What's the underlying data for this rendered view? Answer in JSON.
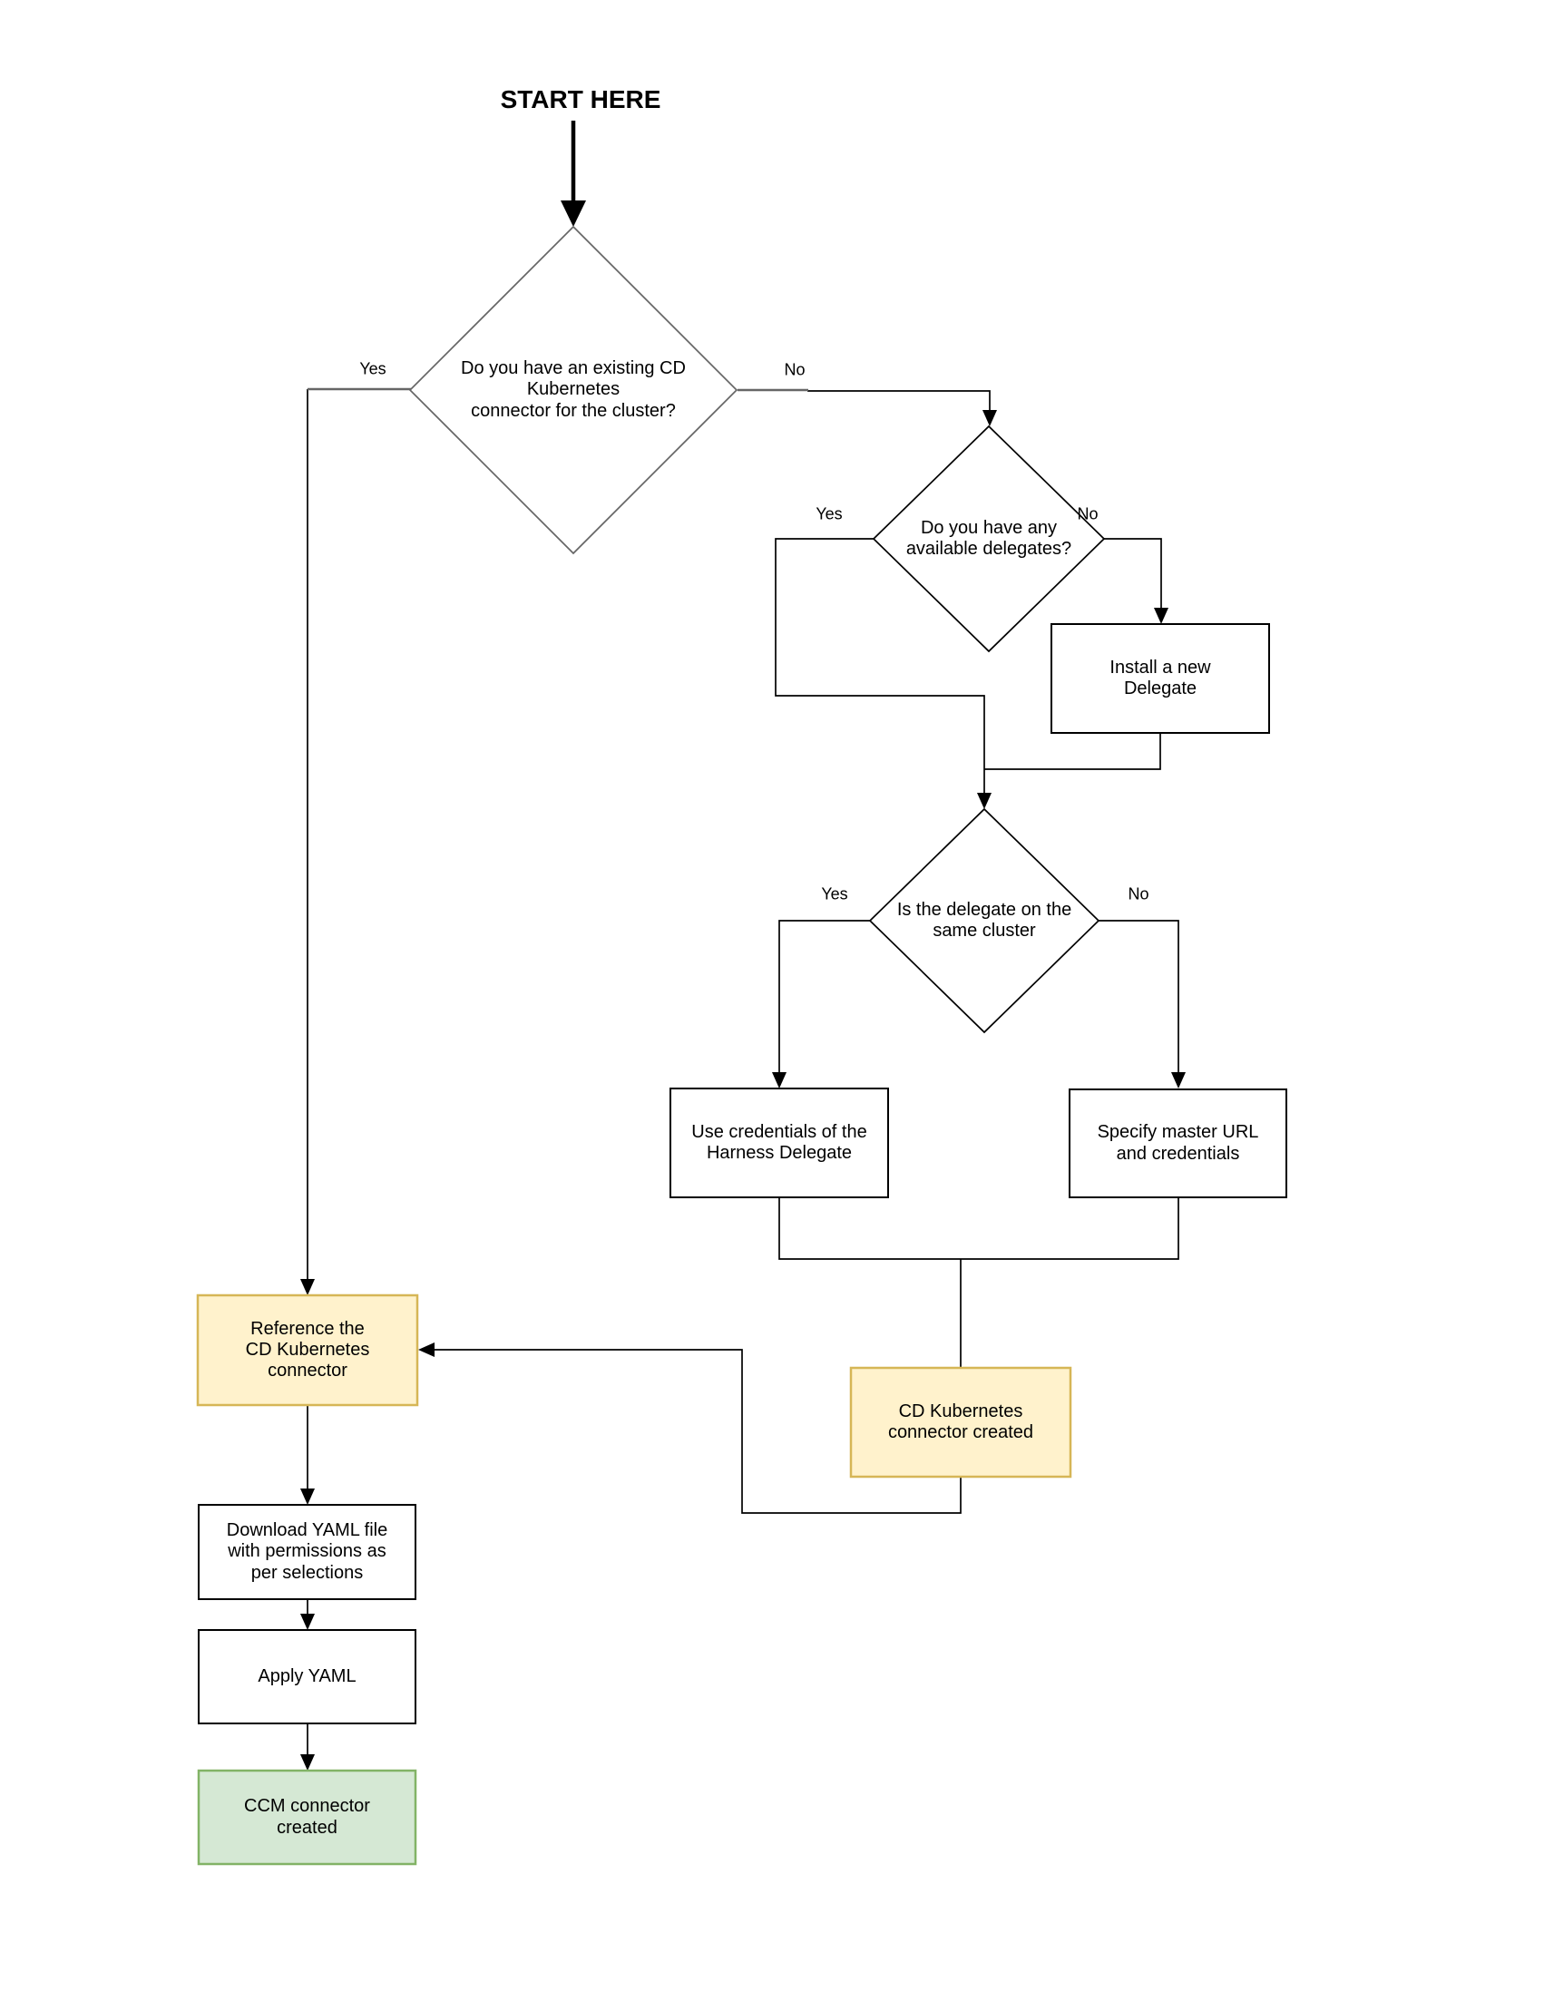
{
  "title": "START HERE",
  "colors": {
    "line": "#000000",
    "decision1_stroke": "#666666",
    "yellow_fill": "#FFF2CC",
    "yellow_border": "#D6B656",
    "green_fill": "#D5E8D4",
    "green_border": "#82B366"
  },
  "nodes": {
    "decision1": {
      "label": "Do you have an existing CD\nKubernetes\nconnector for the cluster?"
    },
    "decision2": {
      "label": "Do you have any\navailable delegates?"
    },
    "decision3": {
      "label": "Is the delegate on the\nsame cluster"
    },
    "install_delegate": {
      "label": "Install a new\nDelegate"
    },
    "use_credentials": {
      "label": "Use credentials of the\nHarness Delegate"
    },
    "specify_master": {
      "label": "Specify master URL\nand credentials"
    },
    "cd_connector_created": {
      "label": "CD Kubernetes\nconnector created"
    },
    "reference_connector": {
      "label": "Reference the\nCD Kubernetes\nconnector"
    },
    "download_yaml": {
      "label": "Download YAML file\nwith permissions as\nper selections"
    },
    "apply_yaml": {
      "label": "Apply YAML"
    },
    "ccm_connector_created": {
      "label": "CCM connector\ncreated"
    }
  },
  "edge_labels": {
    "d1_yes": "Yes",
    "d1_no": "No",
    "d2_yes": "Yes",
    "d2_no": "No",
    "d3_yes": "Yes",
    "d3_no": "No"
  }
}
